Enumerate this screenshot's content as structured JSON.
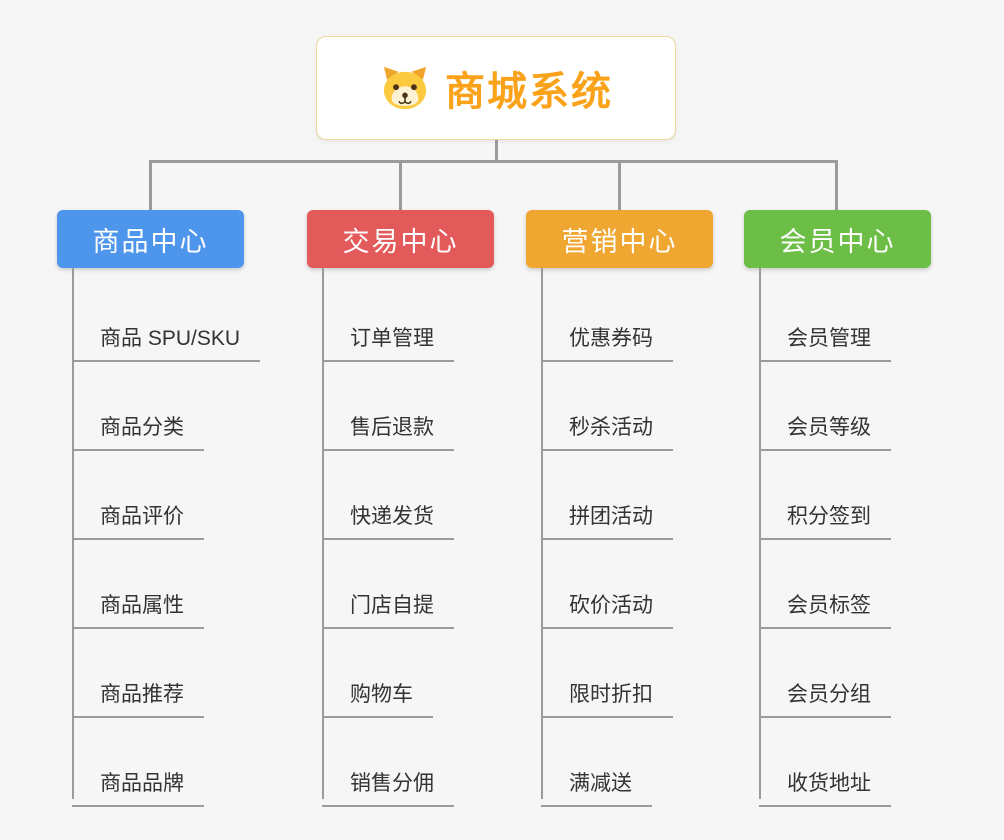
{
  "root": {
    "title": "商城系统",
    "icon": "dog-icon"
  },
  "branches": [
    {
      "label": "商品中心",
      "color": "#4e95ec",
      "children": [
        "商品 SPU/SKU",
        "商品分类",
        "商品评价",
        "商品属性",
        "商品推荐",
        "商品品牌"
      ]
    },
    {
      "label": "交易中心",
      "color": "#e25a5a",
      "children": [
        "订单管理",
        "售后退款",
        "快递发货",
        "门店自提",
        "购物车",
        "销售分佣"
      ]
    },
    {
      "label": "营销中心",
      "color": "#efa732",
      "children": [
        "优惠券码",
        "秒杀活动",
        "拼团活动",
        "砍价活动",
        "限时折扣",
        "满减送"
      ]
    },
    {
      "label": "会员中心",
      "color": "#6cbe47",
      "children": [
        "会员管理",
        "会员等级",
        "积分签到",
        "会员标签",
        "会员分组",
        "收货地址"
      ]
    }
  ],
  "colors": {
    "line": "#9b9b9b",
    "root_title": "#f9a21a",
    "root_border": "#f3d49b"
  }
}
